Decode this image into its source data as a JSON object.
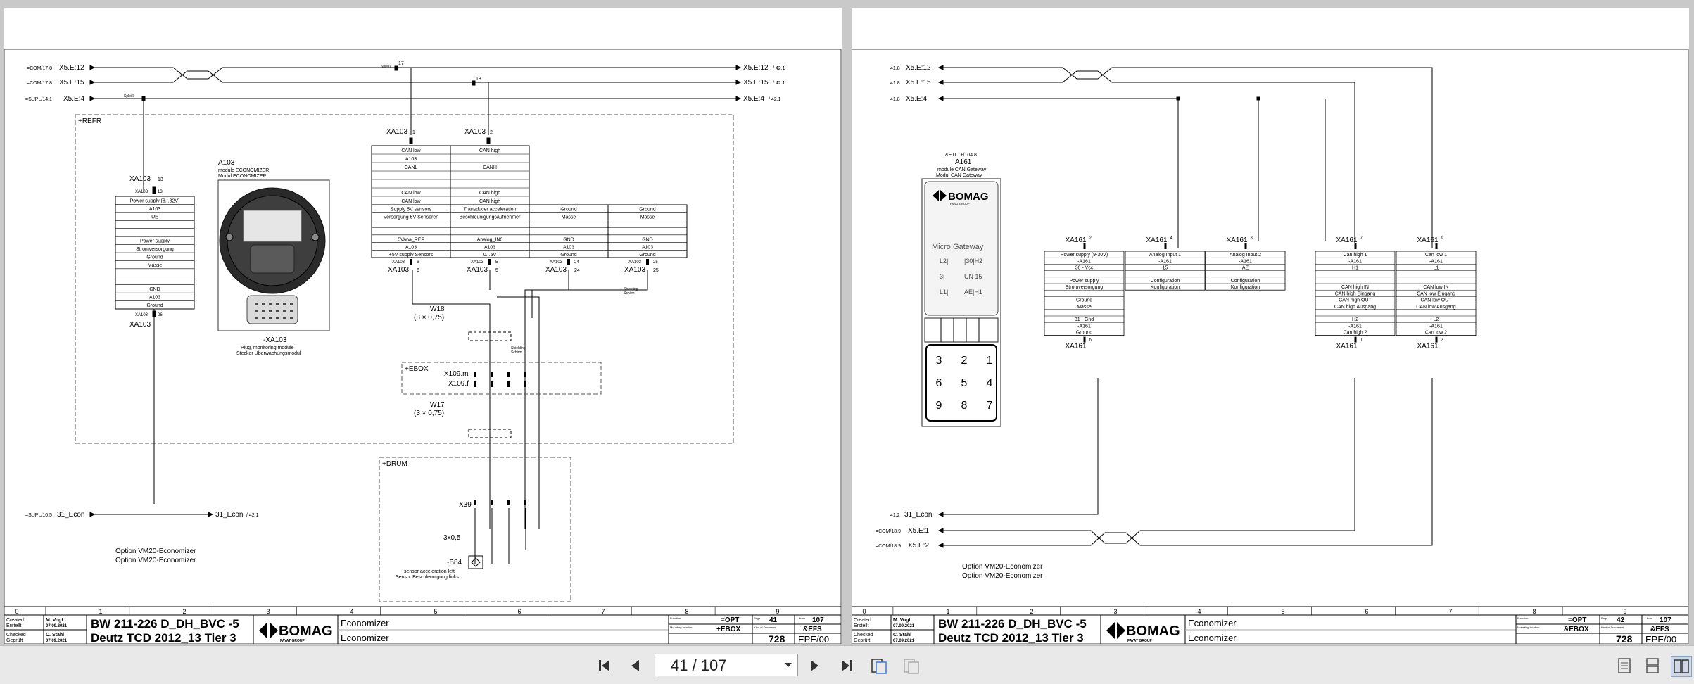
{
  "viewer": {
    "page_indicator": "41 / 107",
    "controls": [
      "first-page-icon",
      "prev-page-icon",
      "next-page-icon",
      "last-page-icon",
      "facing-pages-icon",
      "continuous-facing-icon",
      "single-page-icon",
      "single-continuous-icon",
      "two-page-icon"
    ]
  },
  "pages": [
    {
      "id": "p41",
      "signals": [
        {
          "from": "=COM/17.8",
          "name": "X5.E:12",
          "to": "/ 42.1",
          "right": "X5.E:12"
        },
        {
          "from": "=COM/17.8",
          "name": "X5.E:15",
          "to": "/ 42.1",
          "right": "X5.E:15"
        },
        {
          "from": "=SUPL/14.1",
          "name": "X5.E:4",
          "to": "/ 42.1",
          "right": "X5.E:4"
        }
      ],
      "splice_labels": [
        "Spleiß",
        "Spleiß",
        "17",
        "18"
      ],
      "refr_label": "+REFR",
      "ebox_label": "+EBOX",
      "drum_label": "+DRUM",
      "xa103_left": {
        "top": "XA103",
        "top_pin": "13",
        "pin_label": "XA103",
        "pin": "13",
        "rows": [
          "Power supply (8...32V)",
          "A103",
          "UE",
          "",
          "",
          "Power supply",
          "Stromversorgung",
          "Ground",
          "Masse",
          "",
          "",
          "GND",
          "A103",
          "Ground"
        ],
        "bottom_pin_label": "XA103",
        "bottom_pin": "26",
        "bottom": "XA103"
      },
      "module": {
        "ref": "A103",
        "desc1": "module ECONOMIZER",
        "desc2": "Modul ECONOMIZER",
        "connector_ref": "-XA103",
        "connector_desc1": "Plug, monitoring module",
        "connector_desc2": "Stecker Überwachungsmodul"
      },
      "can_table": {
        "head1": "XA103",
        "pin1": "1",
        "head2": "XA103",
        "pin2": "2",
        "rows": [
          [
            "CAN low",
            "CAN high"
          ],
          [
            "A103",
            ""
          ],
          [
            "CANL",
            "CANH"
          ],
          [
            "",
            ""
          ],
          [
            "",
            ""
          ],
          [
            "CAN low",
            "CAN high"
          ],
          [
            "CAN low",
            "CAN high"
          ]
        ]
      },
      "sensor_table": {
        "cols": [
          {
            "rows": [
              "Supply 5V sensors",
              "Versorgung 5V Sensoren",
              "",
              "",
              "5Vana_REF",
              "A103",
              "+5V supply Sensors"
            ],
            "pin_label": "XA103",
            "pin": "6"
          },
          {
            "rows": [
              "Transducer acceleration",
              "Beschleunigungsaufnehmer",
              "",
              "",
              "Analog_IN0",
              "A103",
              "0...5V"
            ],
            "pin_label": "XA103",
            "pin": "5"
          },
          {
            "rows": [
              "Ground",
              "Masse",
              "",
              "",
              "GND",
              "A103",
              "Ground"
            ],
            "pin_label": "XA103",
            "pin": "24"
          },
          {
            "rows": [
              "Ground",
              "Masse",
              "",
              "",
              "GND",
              "A103",
              "Ground"
            ],
            "pin_label": "XA103",
            "pin": "25"
          }
        ],
        "shield": "Shielding",
        "shield2": "Schirm"
      },
      "w18": {
        "ref": "W18",
        "spec": "(3 × 0,75)"
      },
      "w17": {
        "ref": "W17",
        "spec": "(3 × 0,75)"
      },
      "x109m": "X109.m",
      "x109f": "X109.f",
      "x39": "X39",
      "cable": "3x0,5",
      "sensor": {
        "ref": "-B84",
        "desc1": "sensor acceleration left",
        "desc2": "Sensor Beschleunigung links"
      },
      "econ_signal": {
        "from": "=SUPL/10.5",
        "name": "31_Econ",
        "right": "31_Econ",
        "to": "/ 42.1"
      },
      "option1": "Option VM20-Economizer",
      "option2": "Option VM20-Economizer",
      "title_block": {
        "columns": [
          "0",
          "1",
          "2",
          "3",
          "4",
          "5",
          "6",
          "7",
          "8",
          "9"
        ],
        "created_label": "Created",
        "created_label2": "Erstellt",
        "created_by": "M. Vogt",
        "created_date": "07.09.2021",
        "checked_label": "Checked",
        "checked_label2": "Geprüft",
        "checked_by": "C. Stahl",
        "checked_date": "07.09.2021",
        "title1": "BW 211-226 D_DH_BVC -5",
        "title2": "Deutz TCD 2012_13 Tier 3",
        "brand": "BOMAG",
        "brand_sub": "FAYAT GROUP",
        "desc1": "Economizer",
        "desc2": "Economizer",
        "function_label": "Function",
        "function_value": "=OPT",
        "mounting_label": "Mounting location",
        "mounting_value": "+EBOX",
        "kind_label": "Kind of Document",
        "kind_value": "&EFS",
        "page_label": "Page",
        "page": "41",
        "from_label": "from",
        "total": "107",
        "doc_no": "728",
        "rev": "EPE/00"
      }
    },
    {
      "id": "p42",
      "signals": [
        {
          "from": "41.8",
          "name": "X5.E:12"
        },
        {
          "from": "41.8",
          "name": "X5.E:15"
        },
        {
          "from": "41.8",
          "name": "X5.E:4"
        }
      ],
      "gateway": {
        "tag": "&ETL1+/104.8",
        "ref": "A161",
        "desc1": "module CAN Gateway",
        "desc2": "Modul CAN Gateway",
        "brand": "BOMAG",
        "brand_sub": "FAYAT GROUP",
        "product": "Micro Gateway",
        "pins": [
          "3",
          "2",
          "1",
          "6",
          "5",
          "4",
          "9",
          "8",
          "7"
        ]
      },
      "tables": [
        {
          "pin_label": "XA161",
          "pin": "2",
          "rows": [
            "Power supply (9-30V)",
            "-A161",
            "30 - Vcc",
            "",
            "Power supply",
            "Stromversorgung",
            "",
            "Ground",
            "Masse",
            "",
            "31 - Gnd",
            "-A161",
            "Ground"
          ],
          "bottom_label": "XA161",
          "bottom_pin": "6"
        },
        {
          "pin_label": "XA161",
          "pin": "4",
          "rows": [
            "Analog Input 1",
            "-A161",
            "15",
            "",
            "Configuration",
            "Konfiguration"
          ]
        },
        {
          "pin_label": "XA161",
          "pin": "8",
          "rows": [
            "Analog Input 2",
            "-A161",
            "AE",
            "",
            "Configuration",
            "Konfiguration"
          ]
        },
        {
          "pin_label": "XA161",
          "pin": "7",
          "rows": [
            "Can high 1",
            "-A161",
            "H1",
            "",
            "",
            "CAN high IN",
            "CAN high Eingang",
            "CAN high OUT",
            "CAN high Ausgang",
            "",
            "H2",
            "-A161",
            "Can high 2"
          ],
          "bottom_label": "XA161",
          "bottom_pin": "1"
        },
        {
          "pin_label": "XA161",
          "pin": "9",
          "rows": [
            "Can low 1",
            "-A161",
            "L1",
            "",
            "",
            "CAN low IN",
            "CAN low Eingang",
            "CAN low OUT",
            "CAN low Ausgang",
            "",
            "L2",
            "-A161",
            "Can low 2"
          ],
          "bottom_label": "XA161",
          "bottom_pin": "3"
        }
      ],
      "econ_signal": {
        "from": "41.2",
        "name": "31_Econ"
      },
      "out_signals": [
        {
          "from": "=COM/18.9",
          "name": "X5.E:1"
        },
        {
          "from": "=COM/18.9",
          "name": "X5.E:2"
        }
      ],
      "option1": "Option VM20-Economizer",
      "option2": "Option VM20-Economizer",
      "title_block": {
        "columns": [
          "0",
          "1",
          "2",
          "3",
          "4",
          "5",
          "6",
          "7",
          "8",
          "9"
        ],
        "created_label": "Created",
        "created_label2": "Erstellt",
        "created_by": "M. Vogt",
        "created_date": "07.09.2021",
        "checked_label": "Checked",
        "checked_label2": "Geprüft",
        "checked_by": "C. Stahl",
        "checked_date": "07.09.2021",
        "title1": "BW 211-226 D_DH_BVC -5",
        "title2": "Deutz TCD 2012_13 Tier 3",
        "brand": "BOMAG",
        "brand_sub": "FAYAT GROUP",
        "desc1": "Economizer",
        "desc2": "Economizer",
        "function_label": "Function",
        "function_value": "=OPT",
        "mounting_label": "Mounting location",
        "mounting_value": "&EBOX",
        "kind_label": "Kind of Document",
        "kind_value": "&EFS",
        "page_label": "Page",
        "page": "42",
        "from_label": "from",
        "total": "107",
        "doc_no": "728",
        "rev": "EPE/00"
      }
    }
  ]
}
